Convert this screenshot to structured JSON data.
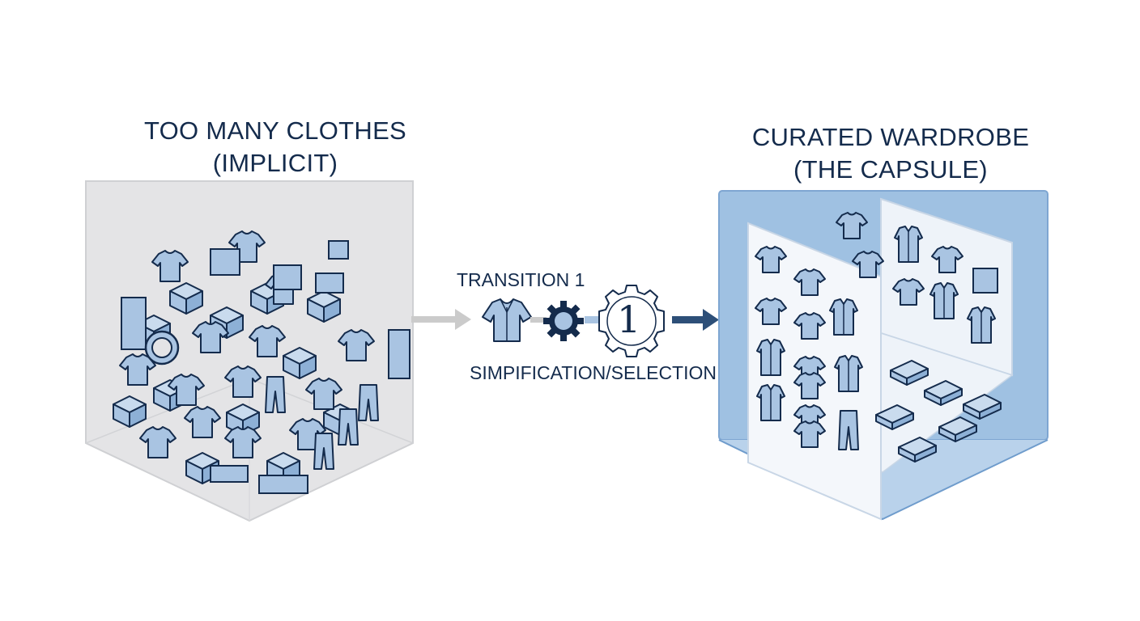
{
  "left": {
    "title_line1": "TOO MANY CLOTHES",
    "title_line2": "(IMPLICIT)"
  },
  "right": {
    "title_line1": "CURATED WARDROBE",
    "title_line2": "(THE CAPSULE)"
  },
  "transition": {
    "title": "TRANSITION 1",
    "caption": "SIMPIFICATION/SELECTION",
    "step_number": "1"
  },
  "colors": {
    "navy": "#142b4c",
    "item_fill": "#a9c4e2",
    "panel_grey": "#e3e3e5",
    "panel_blue": "#9fc1e2",
    "arrow_grey": "#c9c9c9",
    "arrow_navy": "#2d4f78"
  },
  "icons": [
    "shirt-icon",
    "gear-icon",
    "arrow-right-icon"
  ]
}
